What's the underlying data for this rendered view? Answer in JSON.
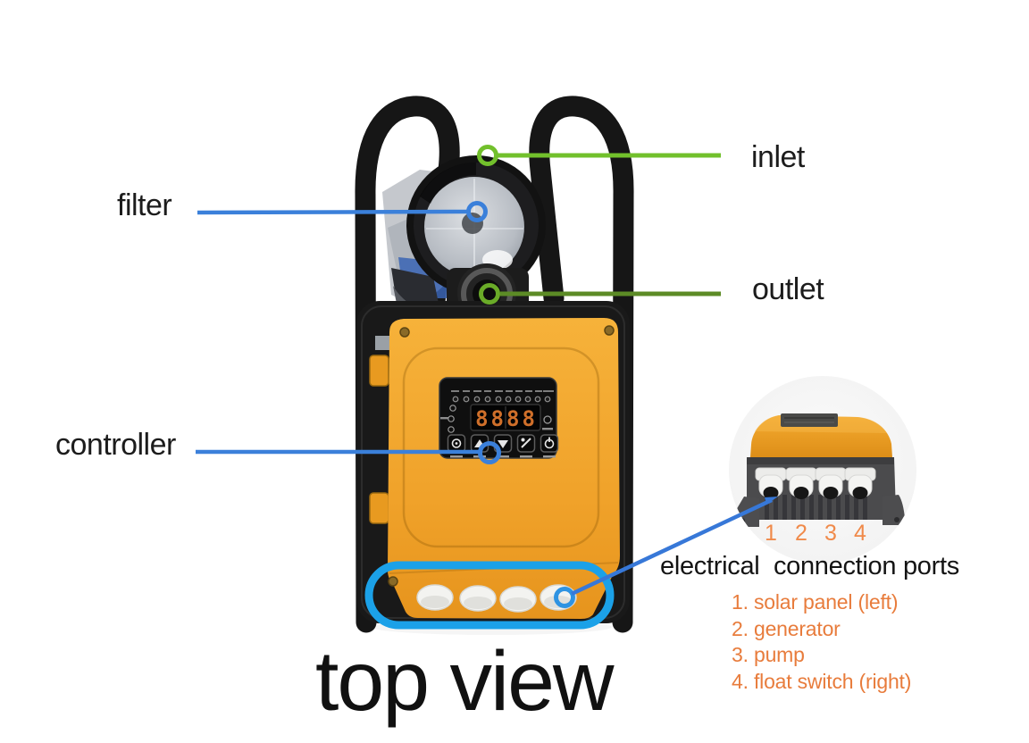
{
  "title": "top view",
  "annotations": {
    "inlet": {
      "label": "inlet"
    },
    "filter": {
      "label": "filter"
    },
    "outlet": {
      "label": "outlet"
    },
    "controller": {
      "label": "controller"
    },
    "ports": {
      "label": "electrical  connection ports",
      "items": [
        "1. solar panel (left)",
        "2. generator",
        "3. pump",
        "4. float switch (right)"
      ],
      "inset_numbers": [
        "1",
        "2",
        "3",
        "4"
      ]
    }
  },
  "device": {
    "display_value": "8888"
  },
  "colors": {
    "device_orange": "#f0a12a",
    "annotation_blue": "#3b80da",
    "highlight_blue": "#1ba1e8",
    "inlet_green": "#72c02c",
    "outlet_green": "#5c8b26",
    "list_orange": "#e87c3c",
    "inset_number_orange": "#f08a4a",
    "display_orange": "#cf6f2a"
  }
}
